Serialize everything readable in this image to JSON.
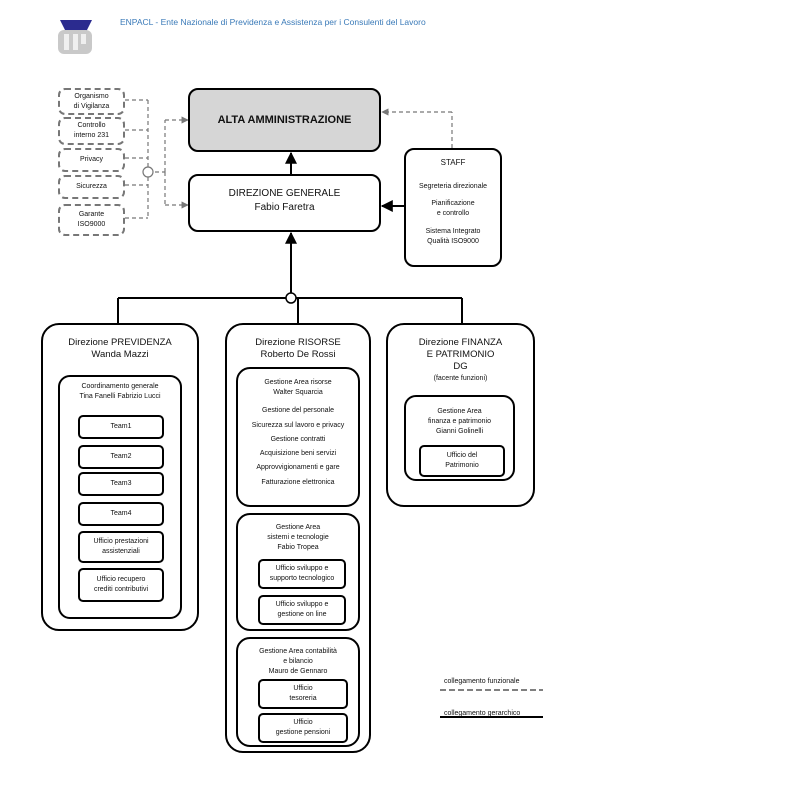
{
  "header": {
    "title": "ENPACL - Ente Nazionale di Previdenza e Assistenza per i Consulenti del Lavoro",
    "title_color": "#3a7ab8"
  },
  "left_boxes": [
    "Organismo\ndi Vigilanza",
    "Controllo\ninterno 231",
    "Privacy",
    "Sicurezza",
    "Garante\nISO9000"
  ],
  "alta": "ALTA AMMINISTRAZIONE",
  "dg": {
    "title": "DIREZIONE  GENERALE",
    "name": "Fabio Faretra"
  },
  "staff": {
    "title": "STAFF",
    "items": [
      "Segreteria direzionale",
      "Pianificazione\ne controllo",
      "Sistema Integrato\nQualità  ISO9000"
    ]
  },
  "previdenza": {
    "title": "Direzione PREVIDENZA\nWanda Mazzi",
    "coord": "Coordinamento generale\nTina Fanelli  Fabrizio Lucci",
    "units": [
      "Team1",
      "Team2",
      "Team3",
      "Team4",
      "Ufficio prestazioni\nassistenziali",
      "Ufficio recupero\ncrediti contributivi"
    ]
  },
  "risorse": {
    "title": "Direzione RISORSE\nRoberto De Rossi",
    "area1": {
      "title": "Gestione Area risorse\nWalter Squarcia",
      "items": [
        "Gestione del personale",
        "Sicurezza sul lavoro e privacy",
        "Gestione contratti",
        "Acquisizione beni servizi",
        "Approvvigionamenti e gare",
        "Fatturazione elettronica"
      ]
    },
    "area2": {
      "title": "Gestione Area\nsistemi e tecnologie\nFabio Tropea",
      "units": [
        "Ufficio sviluppo e\nsupporto tecnologico",
        "Ufficio sviluppo e\ngestione on line"
      ]
    },
    "area3": {
      "title": "Gestione Area contabilità\ne bilancio\nMauro de Gennaro",
      "units": [
        "Ufficio\ntesoreria",
        "Ufficio\ngestione pensioni"
      ]
    }
  },
  "finanza": {
    "title": "Direzione FINANZA\nE PATRIMONIO\nDG",
    "note": "(facente funzioni)",
    "area": "Gestione Area\nfinanza e patrimonio\nGianni Golinelli",
    "unit": "Ufficio del\nPatrimonio"
  },
  "legend": {
    "functional": "collegamento funzionale",
    "hierarchical": "collegamento gerarchico"
  }
}
